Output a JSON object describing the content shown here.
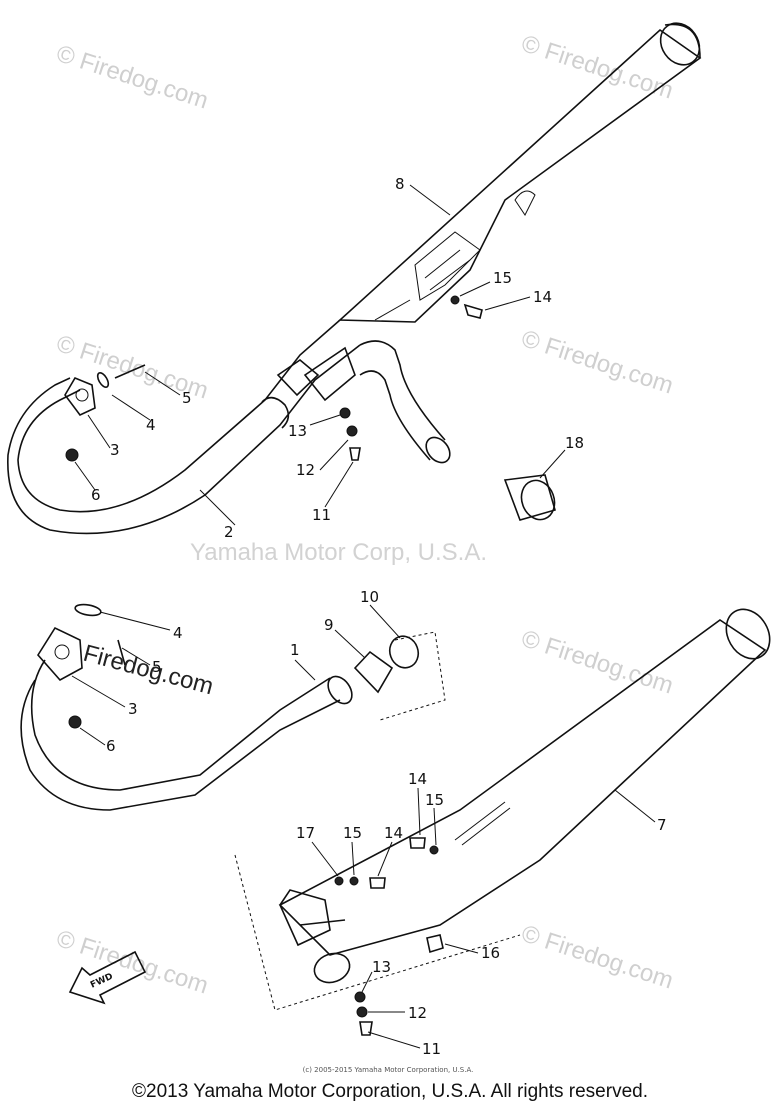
{
  "diagram": {
    "parts": [
      {
        "ref": "8",
        "group": "upper"
      },
      {
        "ref": "15",
        "group": "upper"
      },
      {
        "ref": "14",
        "group": "upper"
      },
      {
        "ref": "5",
        "group": "upper"
      },
      {
        "ref": "4",
        "group": "upper"
      },
      {
        "ref": "3",
        "group": "upper"
      },
      {
        "ref": "6",
        "group": "upper"
      },
      {
        "ref": "13",
        "group": "upper"
      },
      {
        "ref": "12",
        "group": "upper"
      },
      {
        "ref": "11",
        "group": "upper"
      },
      {
        "ref": "2",
        "group": "upper"
      },
      {
        "ref": "18",
        "group": "upper"
      },
      {
        "ref": "10",
        "group": "lower"
      },
      {
        "ref": "9",
        "group": "lower"
      },
      {
        "ref": "4",
        "group": "lower"
      },
      {
        "ref": "1",
        "group": "lower"
      },
      {
        "ref": "5",
        "group": "lower"
      },
      {
        "ref": "3",
        "group": "lower"
      },
      {
        "ref": "6",
        "group": "lower"
      },
      {
        "ref": "7",
        "group": "lower"
      },
      {
        "ref": "14",
        "group": "lower"
      },
      {
        "ref": "15",
        "group": "lower"
      },
      {
        "ref": "17",
        "group": "lower"
      },
      {
        "ref": "15",
        "group": "lower"
      },
      {
        "ref": "14",
        "group": "lower"
      },
      {
        "ref": "16",
        "group": "lower"
      },
      {
        "ref": "13",
        "group": "lower"
      },
      {
        "ref": "12",
        "group": "lower"
      },
      {
        "ref": "11",
        "group": "lower"
      }
    ],
    "fwd_label": "FWD"
  },
  "watermarks": {
    "firedog": "© Firedog.com",
    "firedog_plain": "Firedog.com",
    "corp": "Yamaha Motor Corp, U.S.A."
  },
  "footer": {
    "small_copyright": "(c) 2005-2015 Yamaha Motor Corporation, U.S.A.",
    "copyright": "©2013 Yamaha Motor Corporation, U.S.A. All rights reserved."
  }
}
